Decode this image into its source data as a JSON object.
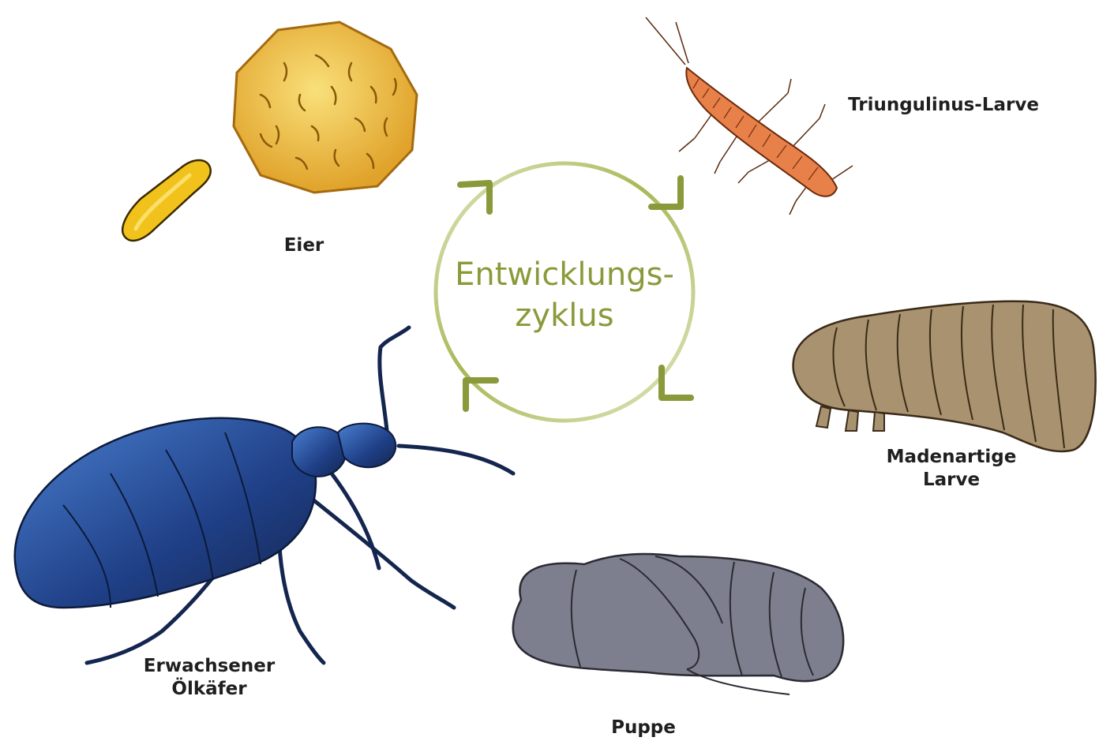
{
  "center": {
    "line1": "Entwicklungs-",
    "line2": "zyklus"
  },
  "stages": {
    "eggs": "Eier",
    "triungulin": "Triungulinus-Larve",
    "maggot_line1": "Madenartige",
    "maggot_line2": "Larve",
    "pupa": "Puppe",
    "adult_line1": "Erwachsener",
    "adult_line2": "Ölkäfer"
  },
  "colors": {
    "cycle": "#8a9a3a",
    "cycle_light": "#dfe6bf",
    "egg_yellow": "#f2c21c",
    "egg_cluster": "#f0b83a",
    "triungulin": "#e8804a",
    "maggot": "#a89270",
    "pupa": "#7e7f8e",
    "beetle": "#2d55a8"
  }
}
